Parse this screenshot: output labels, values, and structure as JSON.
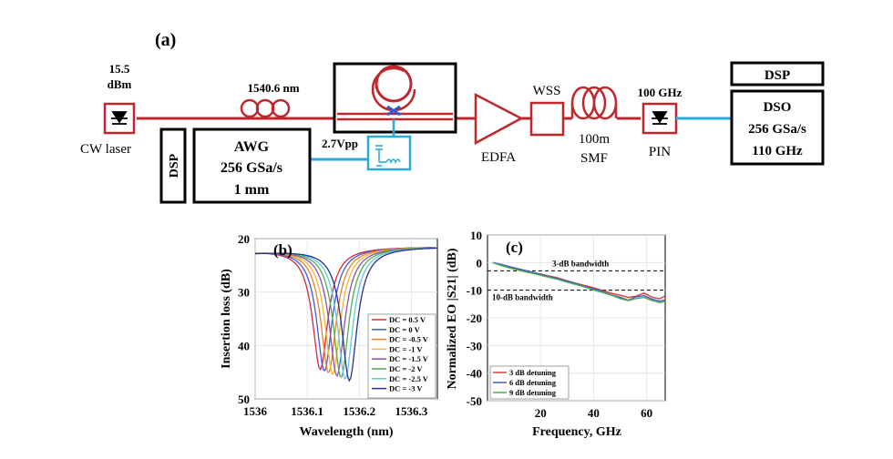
{
  "panel_a": {
    "label": "(a)",
    "laser": {
      "power": "15.5",
      "power_unit": "dBm",
      "name": "CW laser"
    },
    "wavelength": "1540.6 nm",
    "dsp_left": "DSP",
    "awg": {
      "line1": "AWG",
      "line2": "256 GSa/s",
      "line3": "1 mm"
    },
    "vpp": "2.7Vpp",
    "edfa": "EDFA",
    "wss": "WSS",
    "fiber": {
      "line1": "100m",
      "line2": "SMF"
    },
    "pin": {
      "name": "PIN",
      "bw": "100 GHz"
    },
    "dsp_right": "DSP",
    "dso": {
      "line1": "DSO",
      "line2": "256 GSa/s",
      "line3": "110 GHz"
    },
    "colors": {
      "optical": "#c0272d",
      "electrical": "#29abe2"
    }
  },
  "chart_data": [
    {
      "type": "line",
      "panel_label": "(b)",
      "xlabel": "Wavelength (nm)",
      "ylabel": "Insertion loss (dB)",
      "xlim": [
        1536.0,
        1536.35
      ],
      "ylim": [
        20,
        50
      ],
      "y_inverted": true,
      "xticks": [
        "1536",
        "1536.1",
        "1536.2",
        "1536.3"
      ],
      "yticks": [
        "20",
        "30",
        "40",
        "50"
      ],
      "grid": true,
      "legend_position": "right",
      "series": [
        {
          "name": "DC = 0.5 V",
          "color": "#d7263d",
          "min_x": 1536.125,
          "min_y": 44.5
        },
        {
          "name": "DC = 0 V",
          "color": "#3d5bd9",
          "min_x": 1536.133,
          "min_y": 44.8
        },
        {
          "name": "DC = -0.5 V",
          "color": "#e8832a",
          "min_x": 1536.141,
          "min_y": 45.1
        },
        {
          "name": "DC = -1 V",
          "color": "#f2b632",
          "min_x": 1536.149,
          "min_y": 45.4
        },
        {
          "name": "DC = -1.5 V",
          "color": "#8c4fb5",
          "min_x": 1536.157,
          "min_y": 45.7
        },
        {
          "name": "DC = -2 V",
          "color": "#4caf50",
          "min_x": 1536.165,
          "min_y": 46.0
        },
        {
          "name": "DC = -2.5 V",
          "color": "#5bc8e6",
          "min_x": 1536.173,
          "min_y": 46.3
        },
        {
          "name": "DC = -3 V",
          "color": "#2a2f8f",
          "min_x": 1536.181,
          "min_y": 46.6
        }
      ]
    },
    {
      "type": "line",
      "panel_label": "(c)",
      "xlabel": "Frequency, GHz",
      "ylabel": "Normalized EO |S21| (dB)",
      "xlim": [
        0,
        67
      ],
      "ylim": [
        -50,
        10
      ],
      "xticks": [
        "20",
        "40",
        "60"
      ],
      "yticks": [
        "10",
        "0",
        "-10",
        "-20",
        "-30",
        "-40",
        "-50"
      ],
      "grid": true,
      "legend_position": "bottom-left",
      "annotations": [
        {
          "text": "3-dB bandwidth",
          "y": -3
        },
        {
          "text": "10-dB bandwidth",
          "y": -10
        }
      ],
      "series": [
        {
          "name": "3 dB detuning",
          "color": "#e03c3c",
          "x": [
            2,
            5,
            8,
            11,
            14,
            17,
            20,
            23,
            26,
            29,
            32,
            35,
            38,
            41,
            44,
            47,
            50,
            53,
            56,
            59,
            62,
            65,
            67
          ],
          "y": [
            0,
            -0.8,
            -1.6,
            -2.3,
            -2.9,
            -3.6,
            -4.1,
            -4.8,
            -5.4,
            -6.3,
            -7.1,
            -7.9,
            -8.6,
            -9.4,
            -10.3,
            -11.2,
            -11.8,
            -12.6,
            -12.2,
            -11.0,
            -12.5,
            -13.1,
            -12.0
          ]
        },
        {
          "name": "6 dB detuning",
          "color": "#3a5bd0",
          "x": [
            2,
            5,
            8,
            11,
            14,
            17,
            20,
            23,
            26,
            29,
            32,
            35,
            38,
            41,
            44,
            47,
            50,
            53,
            56,
            59,
            62,
            65,
            67
          ],
          "y": [
            0,
            -0.6,
            -1.4,
            -2.1,
            -2.8,
            -3.5,
            -4.3,
            -5.0,
            -5.7,
            -6.5,
            -7.2,
            -8.2,
            -9.0,
            -9.8,
            -10.7,
            -11.8,
            -12.5,
            -13.6,
            -12.4,
            -12.0,
            -13.2,
            -14.0,
            -13.5
          ]
        },
        {
          "name": "9 dB detuning",
          "color": "#4caf50",
          "x": [
            2,
            5,
            8,
            11,
            14,
            17,
            20,
            23,
            26,
            29,
            32,
            35,
            38,
            41,
            44,
            47,
            50,
            53,
            56,
            59,
            62,
            65,
            67
          ],
          "y": [
            0,
            -1.0,
            -1.9,
            -2.6,
            -3.3,
            -3.9,
            -4.6,
            -5.3,
            -6.0,
            -6.8,
            -7.6,
            -8.4,
            -9.3,
            -10.2,
            -11.0,
            -11.9,
            -13.0,
            -13.8,
            -13.0,
            -12.6,
            -13.7,
            -14.5,
            -14.0
          ]
        }
      ]
    }
  ]
}
